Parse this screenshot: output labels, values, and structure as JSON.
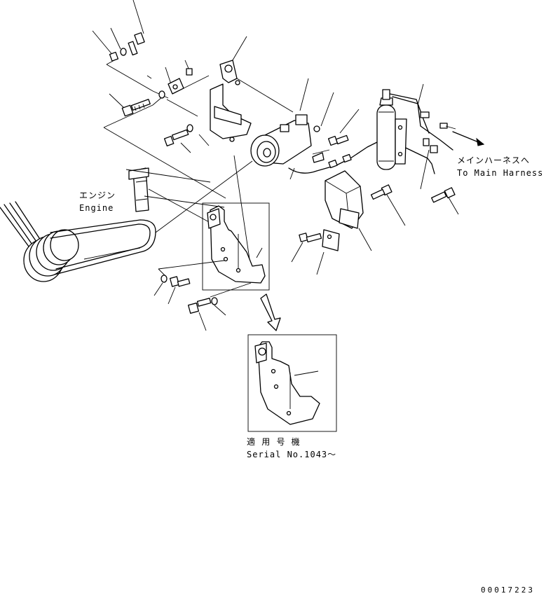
{
  "labels": {
    "engine_jp": "エンジン",
    "engine_en": "Engine",
    "harness_jp": "メインハーネスへ",
    "harness_en": "To Main Harness",
    "serial_jp": "適 用 号 機",
    "serial_en": "Serial No.1043〜",
    "drawing_number": "00017223"
  }
}
